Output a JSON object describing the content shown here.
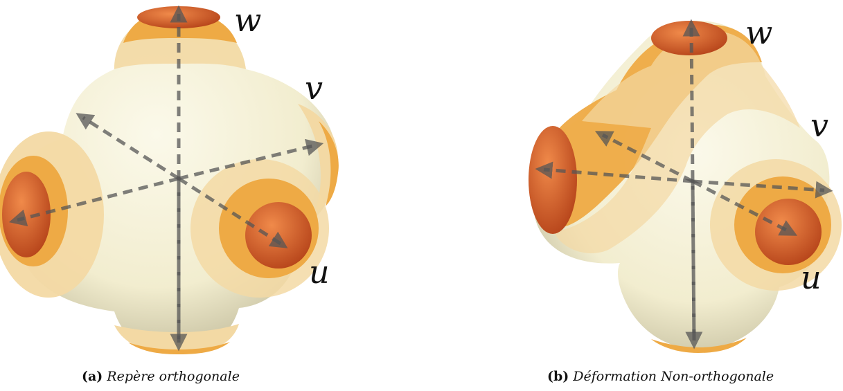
{
  "panels": [
    {
      "label": "(a)",
      "caption": "Repère orthogonale",
      "axes": {
        "u": "u",
        "v": "v",
        "w": "w"
      }
    },
    {
      "label": "(b)",
      "caption": "Déformation Non-orthogonale",
      "axes": {
        "u": "u",
        "v": "v",
        "w": "w"
      }
    }
  ],
  "colors": {
    "surface": "#f7f3dc",
    "band_light": "#f3d9a4",
    "band_mid": "#eeaa45",
    "cap": "#d8601f",
    "arrow": "#555555"
  }
}
